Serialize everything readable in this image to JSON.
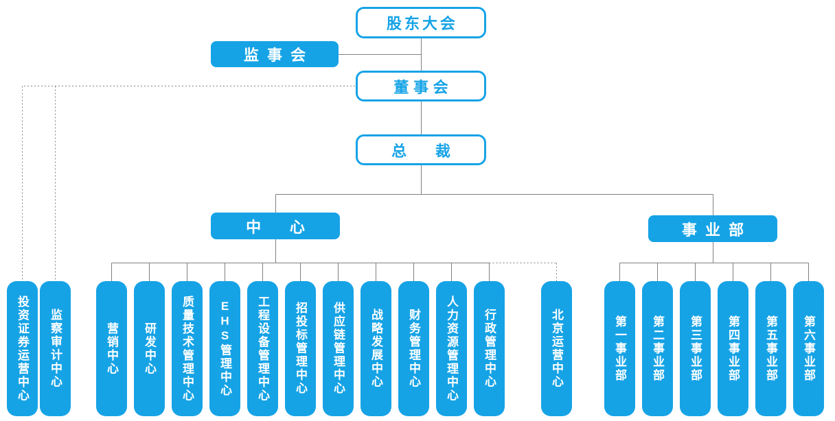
{
  "colors": {
    "primary": "#16a3e6",
    "connector": "#7f7f7f"
  },
  "org": {
    "shareholders": "股东大会",
    "supervisory_board": "监事会",
    "board_of_directors": "董事会",
    "president": "总裁",
    "center_group": "中心",
    "division_group": "事业部",
    "board_units": [
      "投资证券运营中心",
      "监察审计中心"
    ],
    "centers": [
      "营销中心",
      "研发中心",
      "质量技术管理中心",
      "EHS管理中心",
      "工程设备管理中心",
      "招投标管理中心",
      "供应链管理中心",
      "战略发展中心",
      "财务管理中心",
      "人力资源管理中心",
      "行政管理中心",
      "北京运营中心"
    ],
    "divisions": [
      "第一事业部",
      "第二事业部",
      "第三事业部",
      "第四事业部",
      "第五事业部",
      "第六事业部"
    ]
  }
}
